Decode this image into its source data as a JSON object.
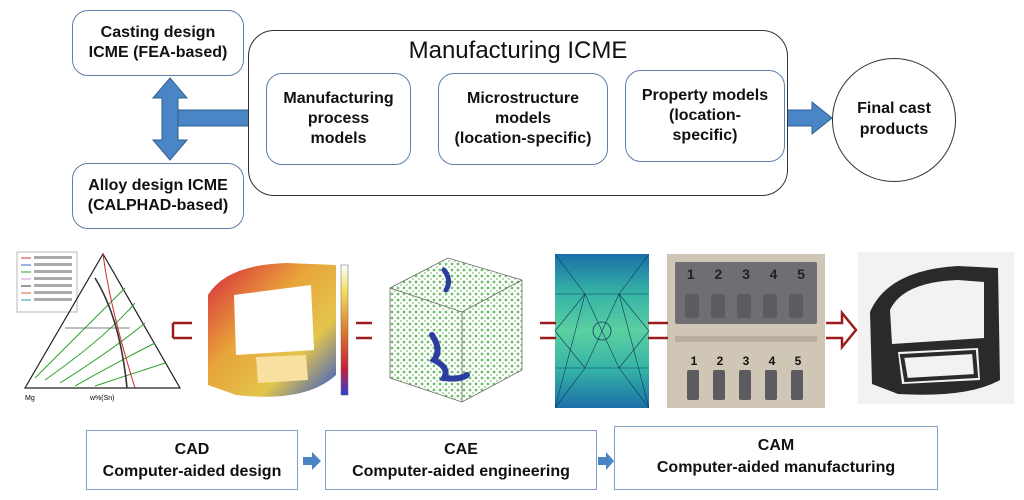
{
  "top": {
    "casting_design": "Casting design\nICME (FEA-based)",
    "alloy_design": "Alloy design ICME\n(CALPHAD-based)",
    "manufacturing_icme": {
      "title": "Manufacturing ICME",
      "boxes": [
        "Manufacturing\nprocess\nmodels",
        "Microstructure\nmodels\n(location-specific)",
        "Property models\n(location-\nspecific)"
      ]
    },
    "final": "Final cast\nproducts"
  },
  "bottom": [
    {
      "abbr": "CAD",
      "name": "Computer-aided design"
    },
    {
      "abbr": "CAE",
      "name": "Computer-aided engineering"
    },
    {
      "abbr": "CAM",
      "name": "Computer-aided manufacturing"
    }
  ],
  "specimens": {
    "labels": [
      "1",
      "2",
      "3",
      "4",
      "5"
    ]
  },
  "colors": {
    "box_border": "#5f7fa8",
    "arrow_blue": "#4a86c5",
    "arrow_red": "#9b1c1c"
  }
}
